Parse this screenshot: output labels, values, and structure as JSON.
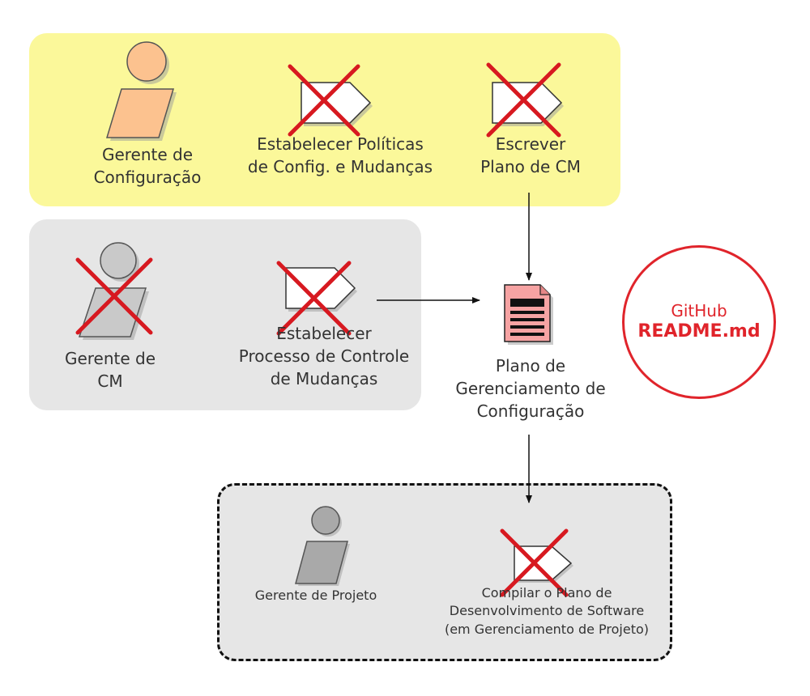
{
  "lanes": {
    "top": {
      "role": "Gerente de\nConfiguração",
      "task1": "Estabelecer Políticas\nde Config. e Mudanças",
      "task2": "Escrever\nPlano de CM"
    },
    "middle": {
      "role": "Gerente de\nCM",
      "task1": "Estabelecer\nProcesso de Controle\nde Mudanças"
    },
    "bottom": {
      "role": "Gerente de Projeto",
      "task1": "Compilar o Plano de\nDesenvolvimento de Software\n(em Gerenciamento de Projeto)"
    }
  },
  "artifact": {
    "label": "Plano de\nGerenciamento de\nConfiguração"
  },
  "badge": {
    "line1": "GitHub",
    "line2": "README.md"
  },
  "colors": {
    "lane_top": "#fbf89a",
    "lane_grey": "#e6e6e6",
    "role_config": "#fcc28f",
    "role_grey": "#c9c9c9",
    "artifact": "#f6a3a3",
    "cross": "#d71920",
    "badge": "#e0242b"
  }
}
